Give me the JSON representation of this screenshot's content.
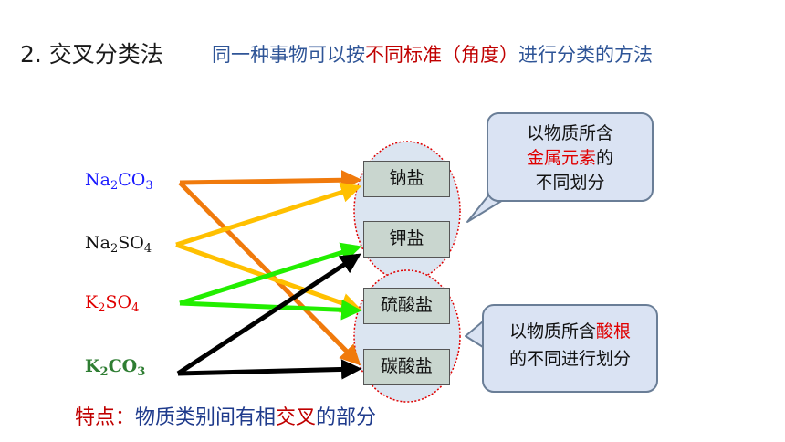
{
  "header": {
    "title": "2. 交叉分类法",
    "subtitle_pre": "同一种事物可以按",
    "subtitle_highlight": "不同标准（角度）",
    "subtitle_post": "进行分类的方法"
  },
  "compounds": [
    {
      "main": "Na",
      "s1": "2",
      "mid": "CO",
      "s2": "3",
      "color": "#1a1aff"
    },
    {
      "main": "Na",
      "s1": "2",
      "mid": "SO",
      "s2": "4",
      "color": "#111111"
    },
    {
      "main": "K",
      "s1": "2",
      "mid": "SO",
      "s2": "4",
      "color": "#e00000"
    },
    {
      "main": "K",
      "s1": "2",
      "mid": "CO",
      "s2": "3",
      "color": "#2e7d32"
    }
  ],
  "categories": [
    "钠盐",
    "钾盐",
    "硫酸盐",
    "碳酸盐"
  ],
  "callout_metal": {
    "line1": "以物质所含",
    "line2_highlight": "金属元素",
    "line2_post": "的",
    "line3": "不同划分"
  },
  "callout_acid": {
    "line1_pre": "以物质所含",
    "line1_highlight": "酸根",
    "line2": "的不同进行划分"
  },
  "footer": {
    "lead": "特点：",
    "text_pre": "物质类别间有相",
    "text_highlight": "交叉",
    "text_post": "的部分"
  },
  "colors": {
    "arrow_na2co3": "#f07a0c",
    "arrow_na2so4": "#ffc000",
    "arrow_k2so4": "#22ee00",
    "arrow_k2co3": "#000000",
    "ellipse": "#e00000",
    "ellipse_fill": "#dbe5f1"
  }
}
